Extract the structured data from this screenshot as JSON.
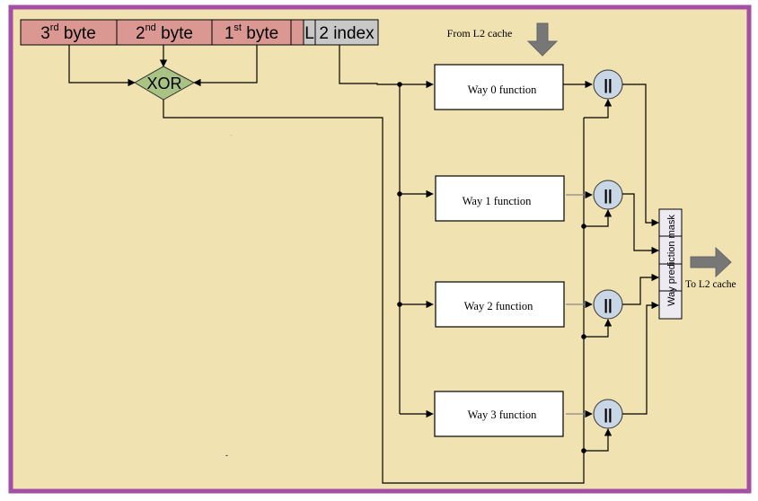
{
  "colors": {
    "frame_border": "#a54ea5",
    "background": "#f0e3b1",
    "byte_fill": "#db9893",
    "index_fill": "#c8c8c8",
    "xor_fill": "#a8c383",
    "concat_fill": "#c9d6e6",
    "mask_fill": "#eeeaf2",
    "arrow_gray": "#777777",
    "line": "#000000"
  },
  "address_register": {
    "fields": [
      {
        "base": "3",
        "sup": "rd",
        "rest": " byte"
      },
      {
        "base": "2",
        "sup": "nd",
        "rest": " byte"
      },
      {
        "base": "1",
        "sup": "st",
        "rest": " byte"
      },
      {
        "base": "",
        "sup": "",
        "rest": ""
      },
      {
        "base": "L",
        "sup": "",
        "rest": ""
      },
      {
        "base": "2 index",
        "sup": "",
        "rest": ""
      }
    ]
  },
  "xor": {
    "label": "XOR"
  },
  "from_l2": {
    "label": "From L2 cache"
  },
  "to_l2": {
    "label": "To L2 cache"
  },
  "ways": [
    {
      "label": "Way 0 function"
    },
    {
      "label": "Way 1 function"
    },
    {
      "label": "Way 2 function"
    },
    {
      "label": "Way 3 function"
    }
  ],
  "concat": {
    "symbol": "||"
  },
  "mask": {
    "label": "Way prediction mask"
  },
  "stray_marks": [
    "-",
    "-"
  ]
}
